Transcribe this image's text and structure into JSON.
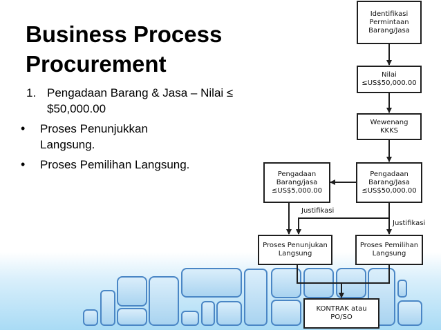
{
  "slide": {
    "title": "Business Process\nProcurement",
    "numbered_item": {
      "number": "1.",
      "text": "Pengadaan Barang & Jasa – Nilai ≤ $50,000.00"
    },
    "bullets": [
      "Proses Penunjukkan Langsung.",
      "Proses Pemilihan Langsung."
    ],
    "bullet_symbol": "•"
  },
  "flowchart": {
    "identifikasi": "Identifikasi\nPermintaan\nBarang/Jasa",
    "nilai": "Nilai\n≤US$50,000.00",
    "wewenang": "Wewenang\nKKKS",
    "pengadaan_right": "Pengadaan\nBarang/Jasa\n≤US$50,000.00",
    "pengadaan_left": "Pengadaan\nBarang/jasa\n≤US$5,000.00",
    "penunjukan": "Proses Penunjukan\nLangsung",
    "pemilihan": "Proses Pemilihan\nLangsung",
    "kontrak": "KONTRAK atau\nPO/SO",
    "label_justifikasi_left": "Justifikasi",
    "label_justifikasi_right": "Justifikasi"
  },
  "colors": {
    "tile_fill": "#b6dcf4",
    "tile_border": "#4a86c5",
    "line": "#1e1e1e"
  }
}
